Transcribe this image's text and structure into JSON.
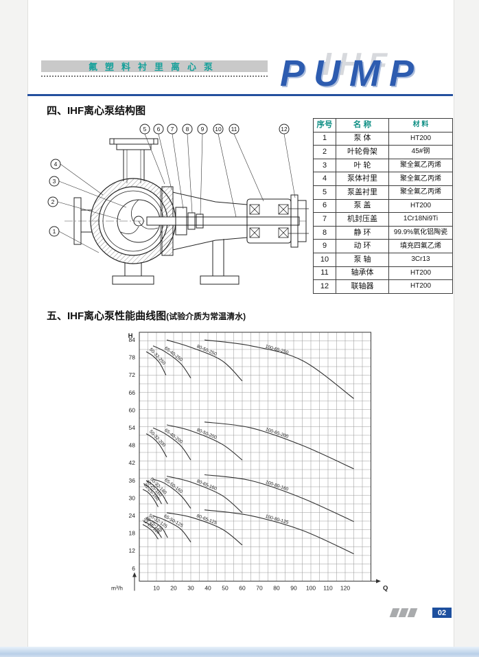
{
  "header": {
    "strip_title": "氟塑料衬里离心泵",
    "brand_word": "PUMP",
    "watermark": "IHF"
  },
  "section_structure": {
    "title": "四、IHF离心泵结构图"
  },
  "diagram": {
    "callouts": [
      "1",
      "2",
      "3",
      "4",
      "5",
      "6",
      "7",
      "8",
      "9",
      "10",
      "11",
      "12"
    ]
  },
  "parts_table": {
    "headers": [
      "序号",
      "名  称",
      "材  料"
    ],
    "rows": [
      [
        "1",
        "泵  体",
        "HT200"
      ],
      [
        "2",
        "叶轮骨架",
        "45#钢"
      ],
      [
        "3",
        "叶  轮",
        "聚全氟乙丙烯"
      ],
      [
        "4",
        "泵体衬里",
        "聚全氟乙丙烯"
      ],
      [
        "5",
        "泵盖衬里",
        "聚全氟乙丙烯"
      ],
      [
        "6",
        "泵  盖",
        "HT200"
      ],
      [
        "7",
        "机封压盖",
        "1Cr18Ni9Ti"
      ],
      [
        "8",
        "静  环",
        "99.9%氧化铝陶瓷"
      ],
      [
        "9",
        "动  环",
        "填充四氟乙烯"
      ],
      [
        "10",
        "泵  轴",
        "3Cr13"
      ],
      [
        "11",
        "轴承体",
        "HT200"
      ],
      [
        "12",
        "联轴器",
        "HT200"
      ]
    ]
  },
  "section_curves": {
    "title": "五、IHF离心泵性能曲线图",
    "subtitle": "(试验介质为常温清水)"
  },
  "chart_data": {
    "type": "line",
    "title": "IHF离心泵性能曲线图(试验介质为常温清水)",
    "xlabel": "m³/h",
    "x_axis_symbol": "Q",
    "ylabel": "H",
    "xlim": [
      0,
      135
    ],
    "ylim": [
      0,
      86
    ],
    "x_ticks": [
      10,
      20,
      30,
      40,
      50,
      60,
      70,
      80,
      90,
      100,
      110,
      120
    ],
    "y_ticks": [
      6,
      12,
      18,
      24,
      30,
      36,
      42,
      48,
      54,
      60,
      66,
      72,
      78,
      84
    ],
    "grid": true,
    "legend_position": "on-curve-labels",
    "series": [
      {
        "name": "50-32-250",
        "points": [
          [
            4,
            80
          ],
          [
            8,
            78.5
          ],
          [
            12,
            76
          ],
          [
            15.5,
            72
          ]
        ]
      },
      {
        "name": "65-40-250",
        "points": [
          [
            8,
            82
          ],
          [
            15,
            80
          ],
          [
            24,
            76
          ],
          [
            30,
            71
          ]
        ]
      },
      {
        "name": "80-50-250",
        "points": [
          [
            16,
            84
          ],
          [
            30,
            81.5
          ],
          [
            48,
            77
          ],
          [
            60,
            70
          ]
        ]
      },
      {
        "name": "100-65-250",
        "points": [
          [
            38,
            84
          ],
          [
            65,
            82
          ],
          [
            95,
            77
          ],
          [
            125,
            64
          ]
        ]
      },
      {
        "name": "50-32-200",
        "points": [
          [
            4,
            52
          ],
          [
            8,
            50.5
          ],
          [
            12,
            48
          ],
          [
            16,
            44
          ]
        ]
      },
      {
        "name": "65-40-200",
        "points": [
          [
            8,
            54
          ],
          [
            15,
            52
          ],
          [
            24,
            48
          ],
          [
            30,
            43
          ]
        ]
      },
      {
        "name": "80-50-200",
        "points": [
          [
            16,
            55
          ],
          [
            30,
            53
          ],
          [
            48,
            48.5
          ],
          [
            60,
            43
          ]
        ]
      },
      {
        "name": "100-65-200",
        "points": [
          [
            38,
            56
          ],
          [
            65,
            54
          ],
          [
            95,
            48
          ],
          [
            125,
            40
          ]
        ]
      },
      {
        "name": "32-25-160",
        "points": [
          [
            2,
            33
          ],
          [
            5,
            32
          ],
          [
            8,
            30
          ],
          [
            11,
            27
          ]
        ]
      },
      {
        "name": "40-25-160",
        "points": [
          [
            2.5,
            35
          ],
          [
            6,
            33.5
          ],
          [
            10,
            31
          ],
          [
            13,
            28
          ]
        ]
      },
      {
        "name": "50-32-160",
        "points": [
          [
            4,
            36
          ],
          [
            8,
            34.5
          ],
          [
            13,
            31.5
          ],
          [
            16.5,
            28
          ]
        ]
      },
      {
        "name": "65-50-160",
        "points": [
          [
            8,
            36.5
          ],
          [
            15,
            35
          ],
          [
            24,
            31
          ],
          [
            30,
            26.5
          ]
        ]
      },
      {
        "name": "80-65-160",
        "points": [
          [
            16,
            37.5
          ],
          [
            30,
            35.5
          ],
          [
            48,
            31
          ],
          [
            60,
            25
          ]
        ]
      },
      {
        "name": "100-80-160",
        "points": [
          [
            38,
            38
          ],
          [
            65,
            36
          ],
          [
            95,
            30
          ],
          [
            125,
            22
          ]
        ]
      },
      {
        "name": "32-25-125",
        "points": [
          [
            2,
            21
          ],
          [
            5,
            20
          ],
          [
            8,
            18.5
          ],
          [
            11,
            16
          ]
        ]
      },
      {
        "name": "40-25-125",
        "points": [
          [
            2.5,
            22
          ],
          [
            6,
            21
          ],
          [
            10,
            19
          ],
          [
            13,
            16.5
          ]
        ]
      },
      {
        "name": "50-32-125",
        "points": [
          [
            4,
            23
          ],
          [
            8,
            22
          ],
          [
            13,
            20
          ],
          [
            16.5,
            16.5
          ]
        ]
      },
      {
        "name": "65-50-125",
        "points": [
          [
            8,
            24
          ],
          [
            15,
            22.5
          ],
          [
            24,
            19.5
          ],
          [
            30,
            15
          ]
        ]
      },
      {
        "name": "80-65-125",
        "points": [
          [
            16,
            25
          ],
          [
            30,
            23.5
          ],
          [
            48,
            19.5
          ],
          [
            60,
            14
          ]
        ]
      },
      {
        "name": "100-80-125",
        "points": [
          [
            38,
            26
          ],
          [
            65,
            24
          ],
          [
            95,
            19
          ],
          [
            125,
            11
          ]
        ]
      }
    ]
  },
  "footer": {
    "page_number": "02"
  }
}
